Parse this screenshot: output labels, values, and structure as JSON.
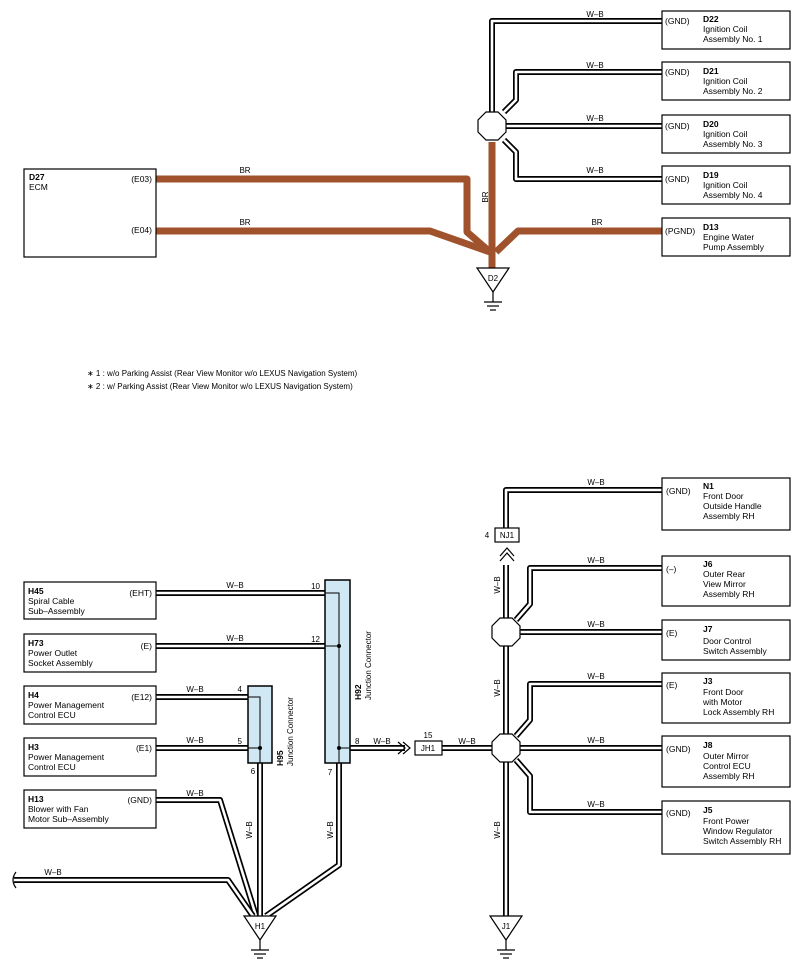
{
  "wire_labels": {
    "wb": "W–B",
    "br": "BR"
  },
  "top": {
    "ecm": {
      "code": "D27",
      "name": "ECM",
      "pin1": "(E03)",
      "pin2": "(E04)"
    },
    "components": [
      {
        "code": "D22",
        "line1": "Ignition Coil",
        "line2": "Assembly No.  1",
        "pin": "(GND)"
      },
      {
        "code": "D21",
        "line1": "Ignition Coil",
        "line2": "Assembly No.  2",
        "pin": "(GND)"
      },
      {
        "code": "D20",
        "line1": "Ignition Coil",
        "line2": "Assembly No.  3",
        "pin": "(GND)"
      },
      {
        "code": "D19",
        "line1": "Ignition Coil",
        "line2": "Assembly No.  4",
        "pin": "(GND)"
      },
      {
        "code": "D13",
        "line1": "Engine Water",
        "line2": "Pump Assembly",
        "pin": "(PGND)"
      }
    ],
    "ground": "D2"
  },
  "notes": [
    "∗ 1 : w/o Parking Assist (Rear View Monitor w/o LEXUS Navigation System)",
    "∗ 2 : w/ Parking Assist (Rear View Monitor w/o LEXUS Navigation System)"
  ],
  "bottom": {
    "left_components": [
      {
        "code": "H45",
        "line1": "Spiral Cable",
        "line2": "Sub–Assembly",
        "pin": "(EHT)"
      },
      {
        "code": "H73",
        "line1": "Power Outlet",
        "line2": "Socket Assembly",
        "pin": "(E)"
      },
      {
        "code": "H4",
        "line1": "Power Management",
        "line2": "Control ECU",
        "pin": "(E12)"
      },
      {
        "code": "H3",
        "line1": "Power Management",
        "line2": "Control ECU",
        "pin": "(E1)"
      },
      {
        "code": "H13",
        "line1": "Blower with Fan",
        "line2": "Motor Sub–Assembly",
        "pin": "(GND)"
      }
    ],
    "h95": {
      "code": "H95",
      "name": "Junction Connector",
      "pin_top": "4",
      "pin_mid": "5",
      "pin_bot": "6"
    },
    "h92": {
      "code": "H92",
      "name": "Junction Connector",
      "pin_a": "10",
      "pin_b": "12",
      "pin_c": "8",
      "pin_d": "7"
    },
    "jh1": {
      "code": "JH1",
      "pin": "15"
    },
    "nj1": {
      "code": "NJ1",
      "pin": "4"
    },
    "right_components": [
      {
        "code": "N1",
        "line1": "Front Door",
        "line2": "Outside Handle",
        "line3": "Assembly RH",
        "pin": "(GND)"
      },
      {
        "code": "J6",
        "line1": "Outer Rear",
        "line2": "View Mirror",
        "line3": "Assembly RH",
        "pin": "(–)"
      },
      {
        "code": "J7",
        "line1": "Door Control",
        "line2": "Switch Assembly",
        "line3": "",
        "pin": "(E)"
      },
      {
        "code": "J3",
        "line1": "Front Door",
        "line2": "with Motor",
        "line3": "Lock Assembly RH",
        "pin": "(E)"
      },
      {
        "code": "J8",
        "line1": "Outer Mirror",
        "line2": "Control ECU",
        "line3": "Assembly RH",
        "pin": "(GND)"
      },
      {
        "code": "J5",
        "line1": "Front Power",
        "line2": "Window Regulator",
        "line3": "Switch Assembly RH",
        "pin": "(GND)"
      }
    ],
    "ground_h1": "H1",
    "ground_j1": "J1"
  }
}
